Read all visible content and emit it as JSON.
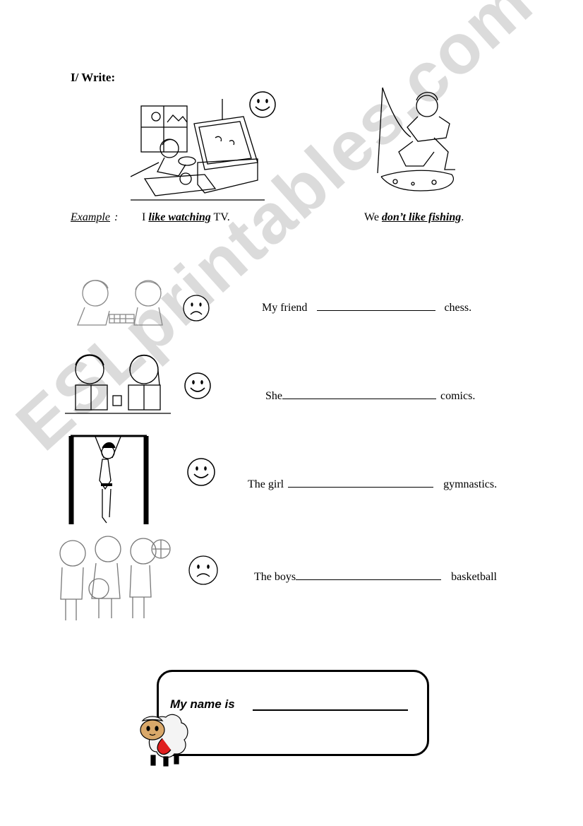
{
  "heading": "I/ Write:",
  "example": {
    "label": "Example",
    "colon": ":",
    "s1": {
      "pre": "I ",
      "verb": "like watching",
      "post": " TV."
    },
    "s2": {
      "pre": "We ",
      "verb": "don’t like fishing",
      "post": "."
    }
  },
  "exercises": [
    {
      "pre": "My friend",
      "post": "chess."
    },
    {
      "pre": "She",
      "post": "comics."
    },
    {
      "pre": "The girl",
      "post": "gymnastics."
    },
    {
      "pre": "The boys",
      "post": "basketball"
    }
  ],
  "name_box": {
    "label": "My name is"
  },
  "watermark": "ESLprintables.com"
}
